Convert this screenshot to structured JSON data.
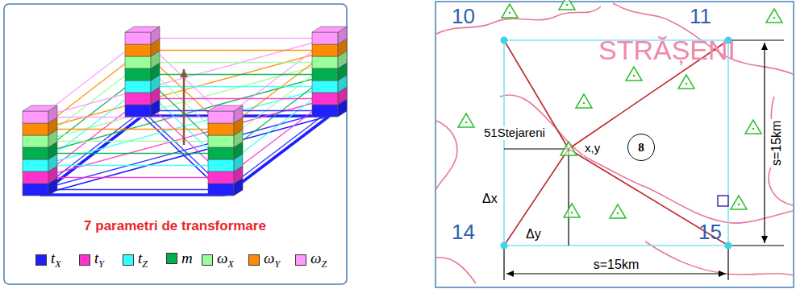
{
  "diagram": {
    "nodes": [
      {
        "text": [
          "8"
        ]
      }
    ],
    "labels": [
      "7 parametri de transformare",
      "10",
      "11",
      "14",
      "15",
      "STRĂȘENI",
      "51Stejareni",
      "x,y",
      "Δx",
      "Δy",
      "s=15km",
      "s=15km"
    ],
    "legend": [
      {
        "text": "tX",
        "color": "#1f1fff"
      },
      {
        "text": "tY",
        "color": "#ff33cc"
      },
      {
        "text": "tZ",
        "color": "#33ffff"
      },
      {
        "text": "m",
        "color": "#00b050"
      },
      {
        "text": "ωX",
        "color": "#99ff99"
      },
      {
        "text": "ωY",
        "color": "#ff8c00"
      },
      {
        "text": "ωZ",
        "color": "#ff99ff"
      }
    ]
  }
}
